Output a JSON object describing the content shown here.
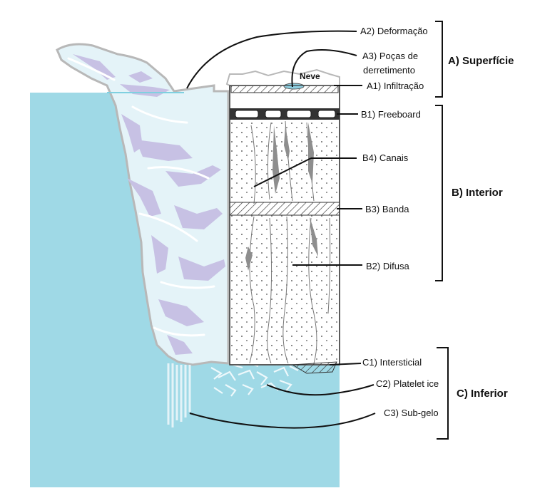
{
  "colors": {
    "water": "#9fd9e6",
    "ice_light": "#e4f3f8",
    "ice_purple": "#c7c1e4",
    "ice_outline": "#b8b8b8",
    "core_outline": "#333333",
    "platelet": "#e8f5fa"
  },
  "snow_label": "Neve",
  "groups": {
    "surface": "A) Superfície",
    "interior": "B) Interior",
    "bottom": "C) Inferior"
  },
  "labels": {
    "a2": "A2) Deformação",
    "a3_line1": "A3) Poças de",
    "a3_line2": "derretimento",
    "a1": "A1) Infiltração",
    "b1": "B1) Freeboard",
    "b4": "B4) Canais",
    "b3": "B3) Banda",
    "b2": "B2) Difusa",
    "c1": "C1) Intersticial",
    "c2": "C2) Platelet ice",
    "c3": "C3) Sub-gelo"
  }
}
